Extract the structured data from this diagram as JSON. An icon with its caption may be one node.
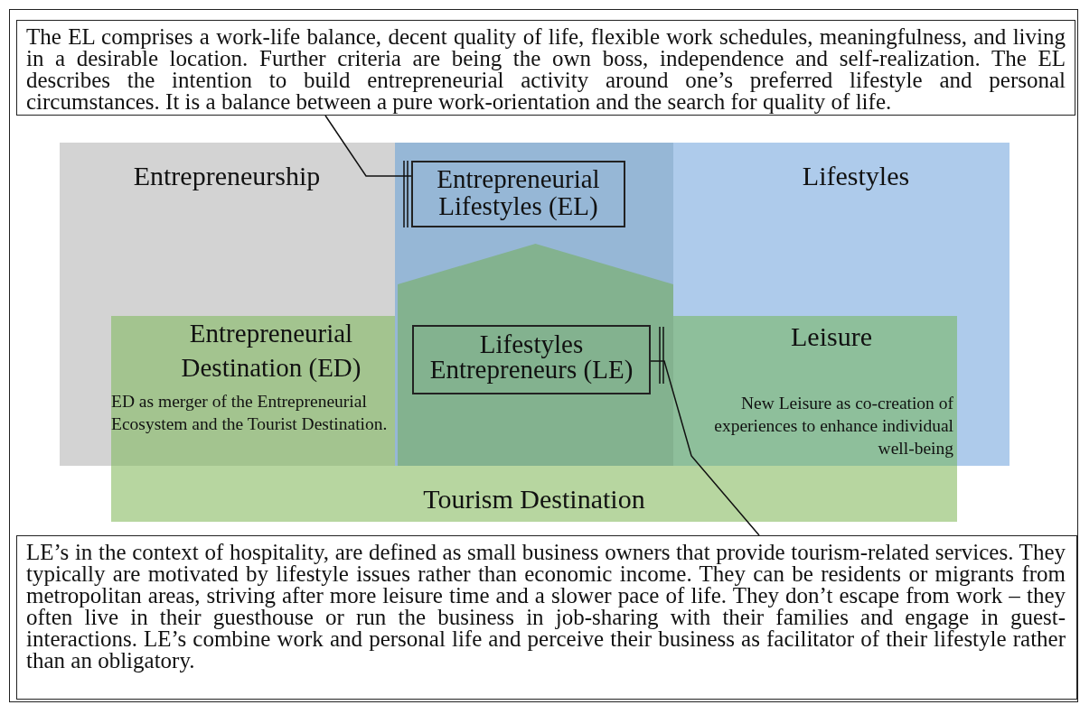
{
  "diagram": {
    "nodes": [
      {
        "text": [
          "The EL comprises a work-life balance, decent quality of life, flexible work schedules, meaningfulness, and living in a desirable location. Further criteria are being the own boss, independence and self-realization. The EL describes the intention to build entrepreneurial activity around one’s preferred lifestyle and personal circumstances. It is a balance between a pure work-orientation and the search for quality of life."
        ]
      },
      {
        "text": [
          "Entrepreneurship"
        ]
      },
      {
        "text": [
          "Lifestyles"
        ]
      },
      {
        "text": [
          "Entrepreneurial Lifestyles (EL)"
        ],
        "in": 2
      },
      {
        "text": [
          "Entrepreneurial Destination (ED)",
          "ED as merger of the Entrepreneurial Ecosystem and the Tourist Destination."
        ],
        "in": 1
      },
      {
        "text": [],
        "shape": "pentagon",
        "in": 2
      },
      {
        "text": [
          "Lifestyles Entrepreneurs (LE)"
        ],
        "in": 5
      },
      {
        "text": [
          "Leisure",
          "New Leisure as co-creation of experiences to enhance individual well-being"
        ],
        "in": 2
      },
      {
        "text": [
          "Tourism Destination"
        ]
      },
      {
        "text": [
          "LE’s in the context of hospitality, are defined as small business owners that provide tourism-related services. They typically are motivated by lifestyle issues rather than economic income. They can be residents or migrants from metropolitan areas, striving after more leisure time and a slower pace of life. They don’t escape from work – they often live in their guesthouse or run the business in job-sharing with their families and engage in guest-interactions. LE’s combine work and personal life and perceive their business as facilitator of their lifestyle rather than an obligatory."
        ]
      }
    ],
    "edges": [
      {
        "from": 0,
        "to": 3,
        "arrow": "none"
      },
      {
        "from": 9,
        "to": 6,
        "arrow": "none"
      }
    ]
  }
}
